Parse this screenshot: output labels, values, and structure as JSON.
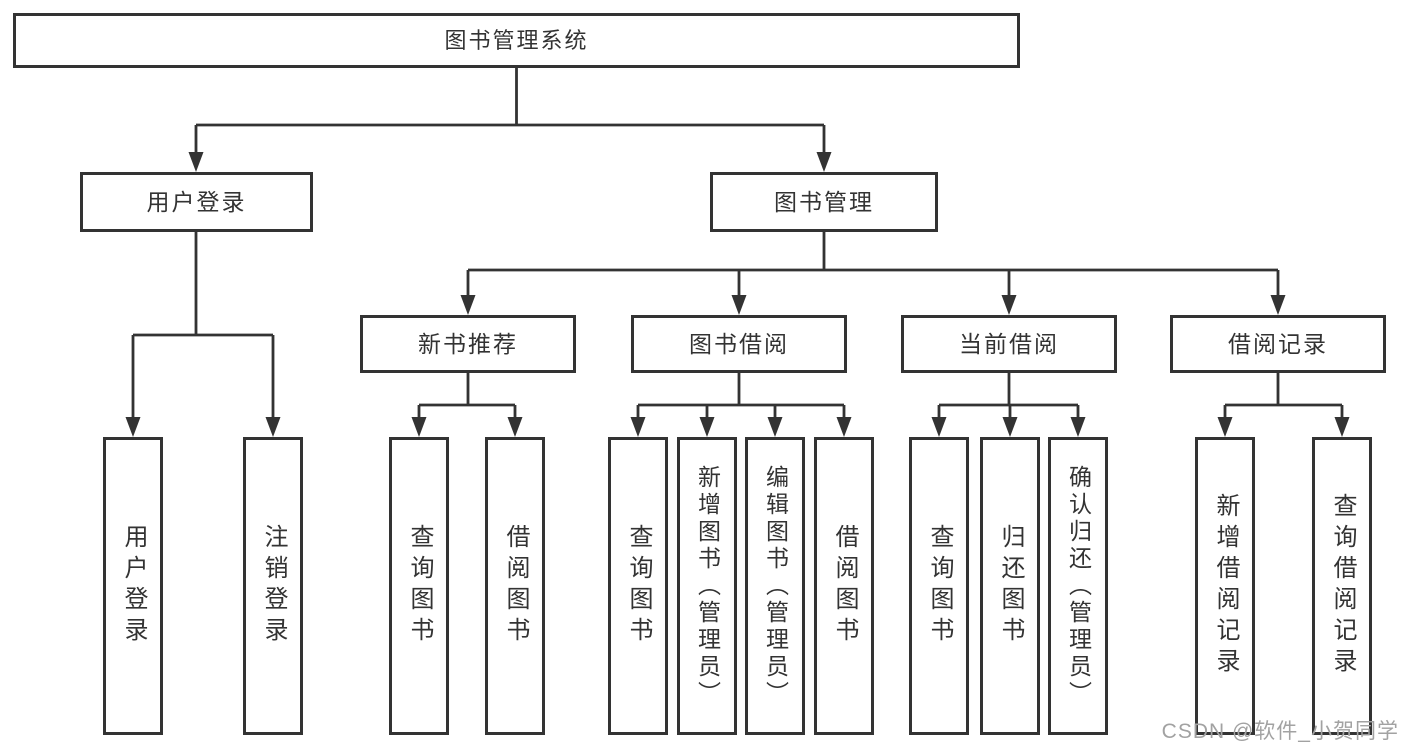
{
  "colors": {
    "line": "#333333",
    "box_border": "#333333",
    "text": "#333333",
    "background": "#ffffff",
    "watermark": "#a2a2a2"
  },
  "diagram": {
    "root": {
      "label": "图书管理系统"
    },
    "level2": [
      {
        "label": "用户登录"
      },
      {
        "label": "图书管理"
      }
    ],
    "level3": [
      {
        "label": "新书推荐"
      },
      {
        "label": "图书借阅"
      },
      {
        "label": "当前借阅"
      },
      {
        "label": "借阅记录"
      }
    ],
    "leaves": {
      "user_login": [
        "用户登录",
        "注销登录"
      ],
      "new_book_recommend": [
        "查询图书",
        "借阅图书"
      ],
      "book_borrow": [
        "查询图书",
        "新增图书（管理员）",
        "编辑图书（管理员）",
        "借阅图书"
      ],
      "current_borrow": [
        "查询图书",
        "归还图书",
        "确认归还（管理员）"
      ],
      "borrow_records": [
        "新增借阅记录",
        "查询借阅记录"
      ]
    }
  },
  "watermark": {
    "text": "CSDN @软件_小贺同学"
  }
}
